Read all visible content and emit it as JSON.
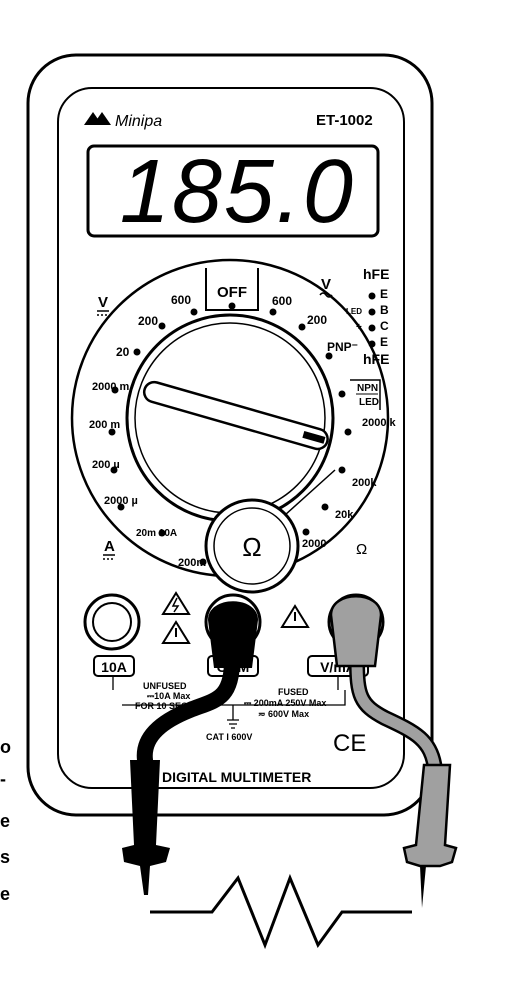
{
  "brand": {
    "name": "Minipa",
    "model": "ET-1002"
  },
  "display": {
    "reading": "185.0"
  },
  "dial": {
    "off_label": "OFF",
    "dcv_symbol": "V",
    "acv_symbol": "V",
    "dca_symbol": "A",
    "dcv_ranges": [
      "600",
      "200",
      "20",
      "2000 m",
      "200 m"
    ],
    "acv_ranges": [
      "600",
      "200"
    ],
    "dca_ranges": [
      "200 µ",
      "2000 µ",
      "20m 10A",
      "200m"
    ],
    "ohm_ranges": [
      "2000",
      "20k",
      "200k",
      "2000 k"
    ],
    "ohm_symbol": "Ω",
    "knob_symbol": "Ω",
    "ohm_side_symbol": "Ω"
  },
  "hfe": {
    "title_top": "hFE",
    "title_bottom": "hFE",
    "pins": [
      "E",
      "B",
      "C",
      "E"
    ],
    "led_label": "LED",
    "plus_label": "+",
    "pnp_label": "PNP⁻",
    "npn_label": "NPN",
    "npn_led_label": "LED"
  },
  "jacks": {
    "j10a": "10A",
    "com": "COM",
    "vma": "V/mA",
    "unfused_1": "UNFUSED",
    "unfused_2": "⎓10A Max",
    "unfused_3": "FOR 10 SEC Max",
    "fused_1": "FUSED",
    "fused_2": "⎓ 200mA 250V Max",
    "fused_3": "≂ 600V Max",
    "cat": "CAT I 600V"
  },
  "footer": {
    "label": "DIGITAL MULTIMETER",
    "ce": "CE"
  },
  "left_edge_chars": [
    "o",
    "-",
    "e",
    "s",
    "e"
  ],
  "colors": {
    "line": "#000000",
    "gray_lead": "#a0a0a0",
    "black_lead": "#000000"
  }
}
